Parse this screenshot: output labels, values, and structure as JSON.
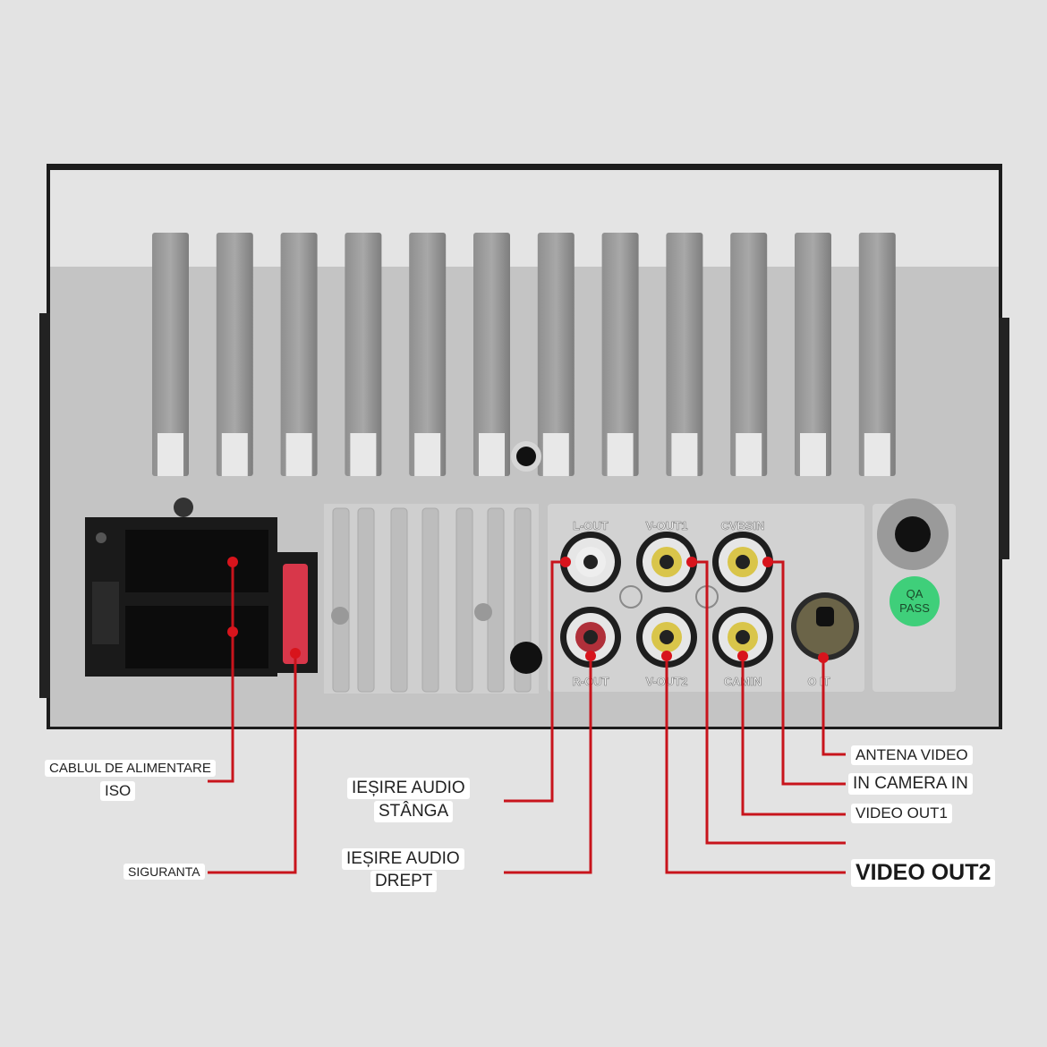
{
  "diagram": {
    "panel_labels": {
      "l_out": "L-OUT",
      "v_out1": "V-OUT1",
      "cvbs_in": "CVBSIN",
      "r_out": "R-OUT",
      "v_out2": "V-OUT2",
      "cam_in": "CAMIN",
      "antenna": "O IT"
    },
    "badge": {
      "line1": "QA",
      "line2": "PASS"
    },
    "callouts": {
      "iso_line1": "CABLUL DE ALIMENTARE",
      "iso_line2": "ISO",
      "fuse": "SIGURANTA",
      "left_audio_line1": "IEȘIRE AUDIO",
      "left_audio_line2": "STÂNGA",
      "right_audio_line1": "IEȘIRE AUDIO",
      "right_audio_line2": "DREPT",
      "antenna_video": "ANTENA VIDEO",
      "camera_in": "IN CAMERA IN",
      "video_out1": "VIDEO OUT1",
      "video_out2": "VIDEO OUT2"
    },
    "colors": {
      "line": "#c8141c",
      "background": "#e3e3e3",
      "chassis": "#c9c9c9",
      "badge": "#3fcf7a"
    }
  }
}
